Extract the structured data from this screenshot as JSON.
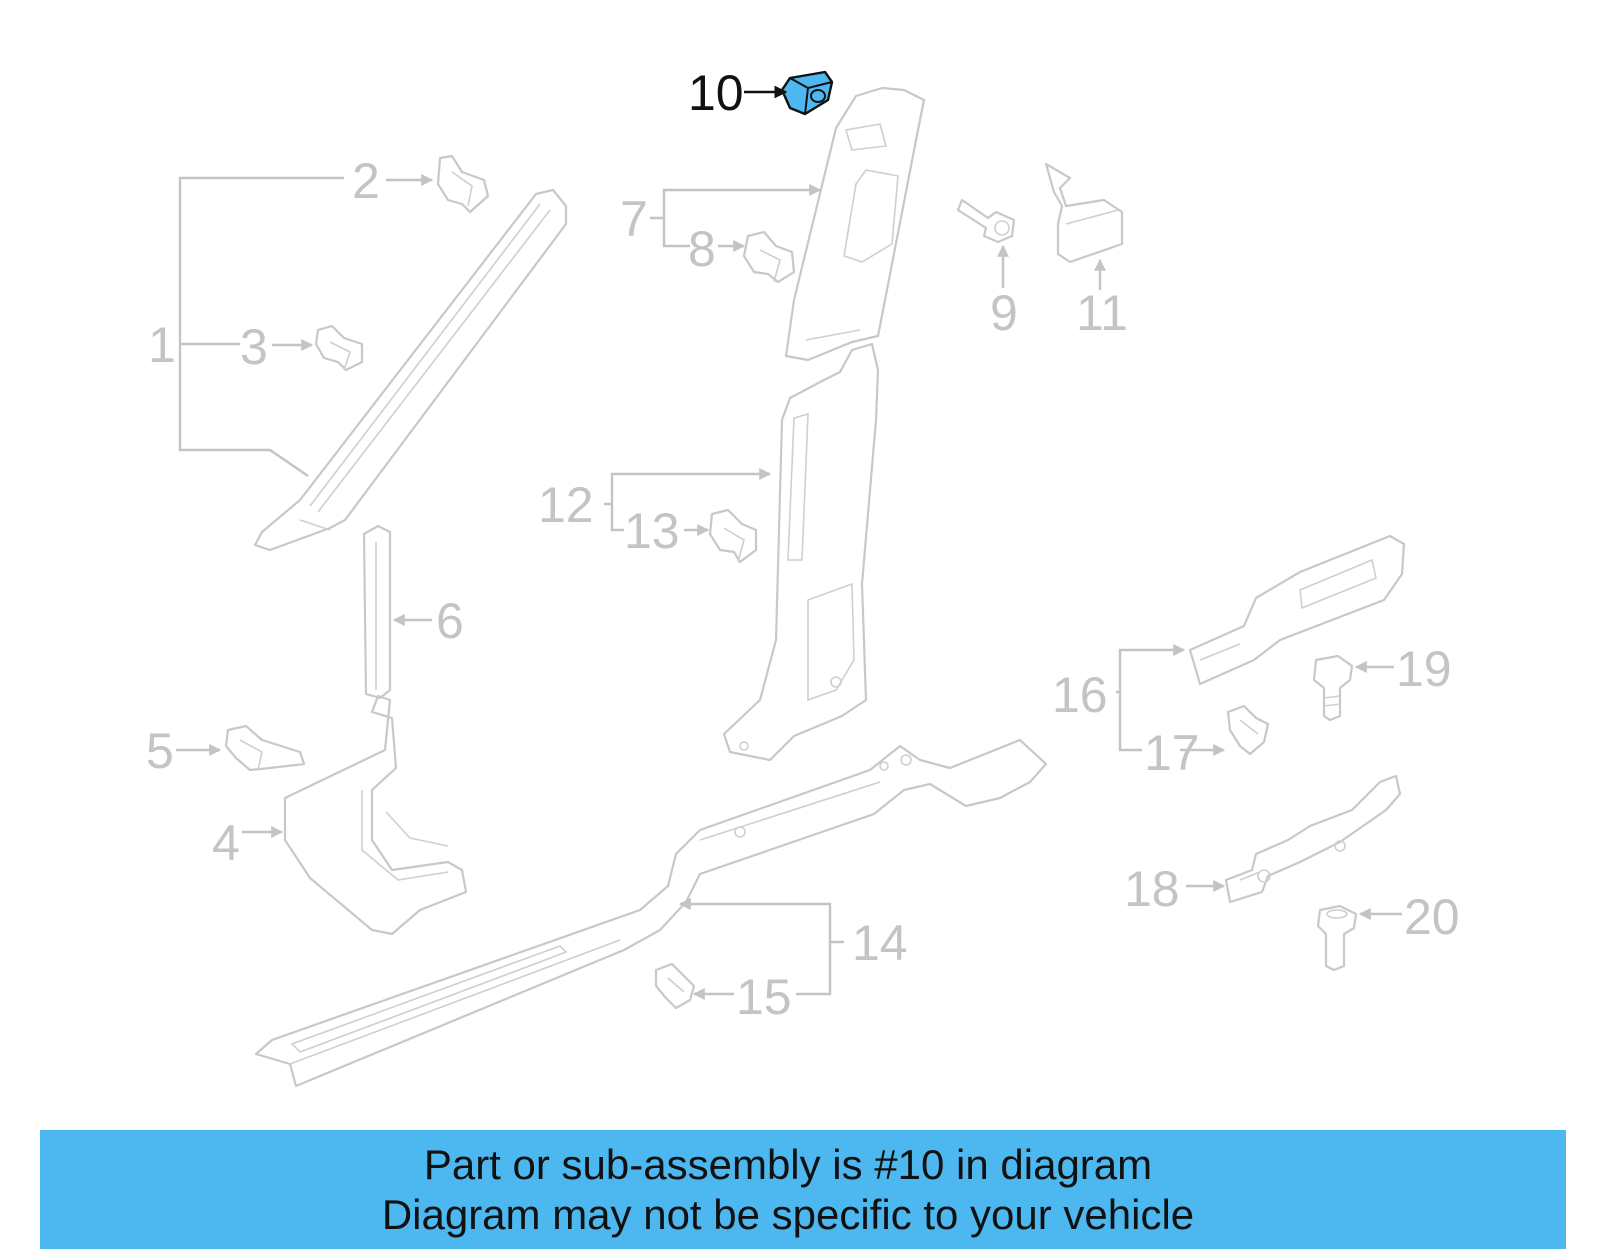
{
  "diagram": {
    "highlighted_callout": "10",
    "highlight_color": "#4db8f0",
    "callouts": [
      "1",
      "2",
      "3",
      "4",
      "5",
      "6",
      "7",
      "8",
      "9",
      "10",
      "11",
      "12",
      "13",
      "14",
      "15",
      "16",
      "17",
      "18",
      "19",
      "20"
    ]
  },
  "banner": {
    "line1": "Part or sub-assembly is #10 in diagram",
    "line2": "Diagram may not be specific to your vehicle",
    "background": "#4db8f0"
  }
}
